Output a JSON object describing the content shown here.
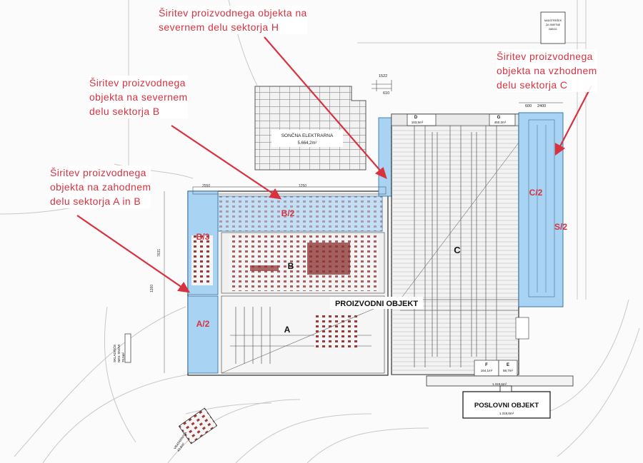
{
  "annotations": {
    "north_h": [
      "Širitev proizvodnega objekta na",
      "severnem delu sektorja H"
    ],
    "east_c": [
      "Širitev proizvodnega",
      "objekta na vzhodnem",
      "delu sektorja C"
    ],
    "north_b": [
      "Širitev proizvodnega",
      "objekta na severnem",
      "delu sektorja B"
    ],
    "west_ab": [
      "Širitev proizvodnega",
      "objekta na zahodnem",
      "delu sektorja A in B"
    ]
  },
  "sectors": {
    "a": "A",
    "a2": "A/2",
    "b": "B",
    "b2": "B/2",
    "b3": "B/3",
    "c": "C",
    "c2": "C/2",
    "s2": "S/2",
    "d": "D",
    "e": "E",
    "f": "F",
    "g": "G"
  },
  "labels": {
    "production": "PROIZVODNI OBJEKT",
    "business": "POSLOVNI OBJEKT",
    "solar": "SONČNA ELEKTRARNA",
    "solar_area": "5.664,2m²",
    "dim_1522": "1522",
    "dim_610": "610",
    "dim_2550": "2550",
    "dim_1250": "1250",
    "dim_600": "600",
    "dim_2400": "2400",
    "dim_7631": "7631",
    "dim_1260": "1260",
    "d_area": "163,5m²",
    "g_area": "450,2m²",
    "f_area": "164,1m²",
    "e_area": "58,7m²",
    "business_area": "1.318,6m²",
    "skladisce": [
      "SKLADIŠČE",
      "NEV. SNOVI",
      "70,5m²"
    ],
    "vratarnica": [
      "VRATARNICA",
      "42,6m²"
    ],
    "top_legend": [
      "NADSTREŠEK",
      "ZA SMETNE",
      "ZABOJ."
    ]
  },
  "colors": {
    "annotation": "#d8323f",
    "expansion_fill": "#a9d3f2",
    "machinery": "#8a2e2e",
    "building_line": "#2a2a2a"
  }
}
